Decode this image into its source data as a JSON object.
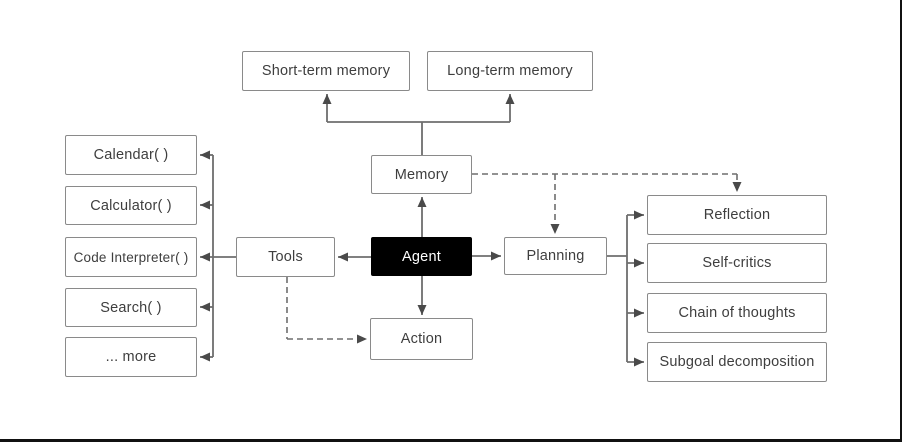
{
  "diagram": {
    "nodes": {
      "agent": {
        "label": "Agent"
      },
      "memory": {
        "label": "Memory"
      },
      "short_term_memory": {
        "label": "Short-term memory"
      },
      "long_term_memory": {
        "label": "Long-term memory"
      },
      "action": {
        "label": "Action"
      },
      "tools": {
        "label": "Tools"
      },
      "planning": {
        "label": "Planning"
      },
      "calendar": {
        "label": "Calendar( )"
      },
      "calculator": {
        "label": "Calculator( )"
      },
      "code_interpreter": {
        "label": "Code Interpreter( )"
      },
      "search": {
        "label": "Search( )"
      },
      "more": {
        "label": "... more"
      },
      "reflection": {
        "label": "Reflection"
      },
      "self_critics": {
        "label": "Self-critics"
      },
      "chain_of_thoughts": {
        "label": "Chain of thoughts"
      },
      "subgoal_decomposition": {
        "label": "Subgoal decomposition"
      }
    },
    "edges": [
      {
        "from": "agent",
        "to": "memory",
        "style": "solid",
        "arrow": "to"
      },
      {
        "from": "memory",
        "to": "short_term_memory",
        "style": "solid",
        "arrow": "to"
      },
      {
        "from": "memory",
        "to": "long_term_memory",
        "style": "solid",
        "arrow": "to"
      },
      {
        "from": "agent",
        "to": "tools",
        "style": "solid",
        "arrow": "to"
      },
      {
        "from": "agent",
        "to": "planning",
        "style": "solid",
        "arrow": "to"
      },
      {
        "from": "agent",
        "to": "action",
        "style": "solid",
        "arrow": "to"
      },
      {
        "from": "tools",
        "to": "calendar",
        "style": "solid",
        "arrow": "to"
      },
      {
        "from": "tools",
        "to": "calculator",
        "style": "solid",
        "arrow": "to"
      },
      {
        "from": "tools",
        "to": "code_interpreter",
        "style": "solid",
        "arrow": "to"
      },
      {
        "from": "tools",
        "to": "search",
        "style": "solid",
        "arrow": "to"
      },
      {
        "from": "tools",
        "to": "more",
        "style": "solid",
        "arrow": "to"
      },
      {
        "from": "planning",
        "to": "reflection",
        "style": "solid",
        "arrow": "to"
      },
      {
        "from": "planning",
        "to": "self_critics",
        "style": "solid",
        "arrow": "to"
      },
      {
        "from": "planning",
        "to": "chain_of_thoughts",
        "style": "solid",
        "arrow": "to"
      },
      {
        "from": "planning",
        "to": "subgoal_decomposition",
        "style": "solid",
        "arrow": "to"
      },
      {
        "from": "memory",
        "to": "planning",
        "style": "dashed",
        "arrow": "to"
      },
      {
        "from": "memory",
        "to": "reflection",
        "style": "dashed",
        "arrow": "to"
      },
      {
        "from": "tools",
        "to": "action",
        "style": "dashed",
        "arrow": "to"
      }
    ],
    "colors": {
      "background": "#ffffff",
      "box_border": "#8a8a8a",
      "box_text": "#3e3e3e",
      "line": "#6e6e6e",
      "arrowhead": "#4a4a4a",
      "agent_bg": "#000000",
      "agent_text": "#ffffff",
      "frame": "#111111"
    }
  }
}
